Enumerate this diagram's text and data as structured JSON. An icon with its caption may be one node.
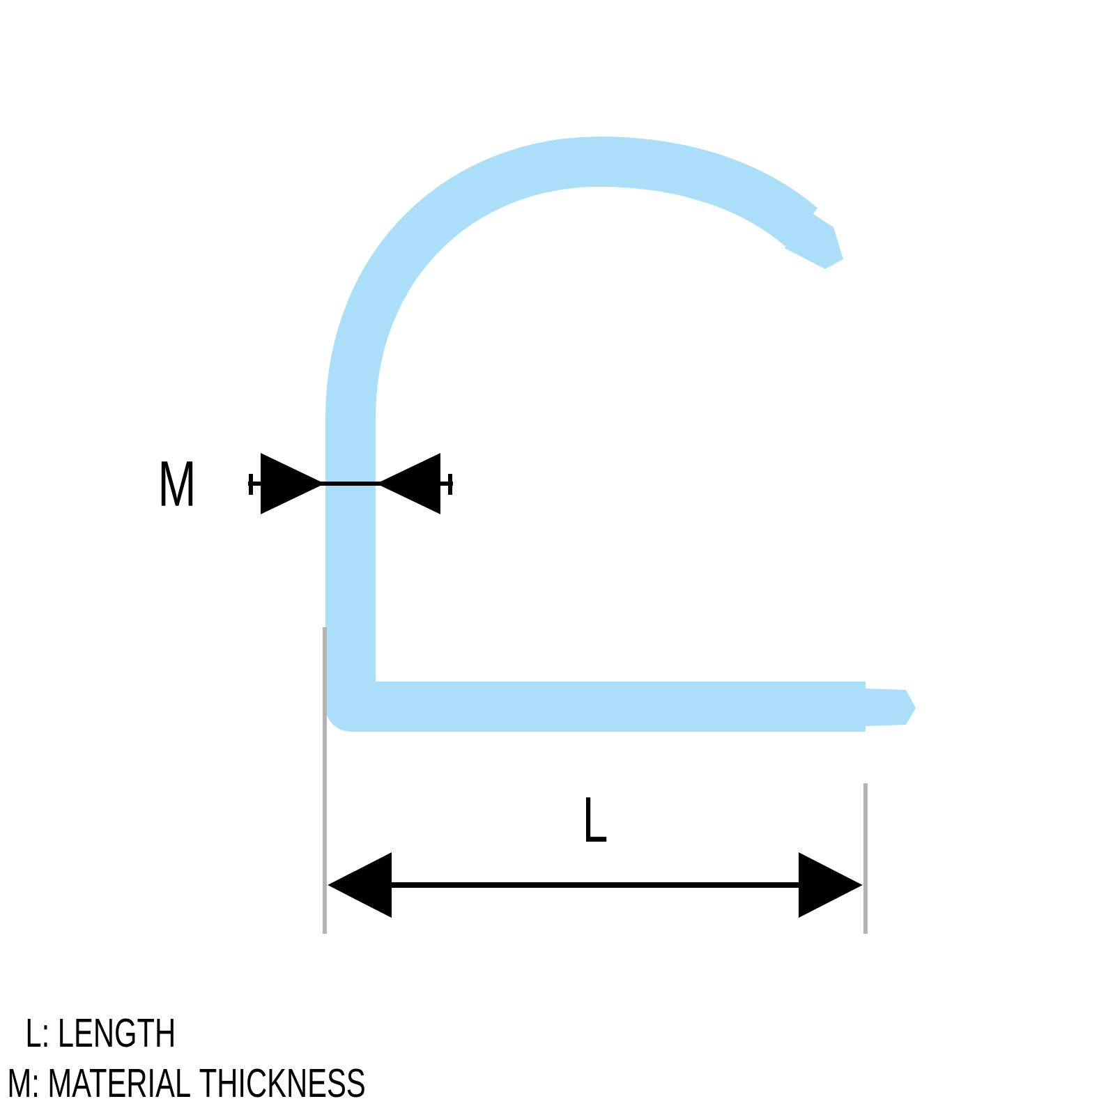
{
  "diagram": {
    "labels": [
      "M",
      "L",
      "L:  LENGTH",
      "M:  MATERIAL THICKNESS"
    ]
  }
}
